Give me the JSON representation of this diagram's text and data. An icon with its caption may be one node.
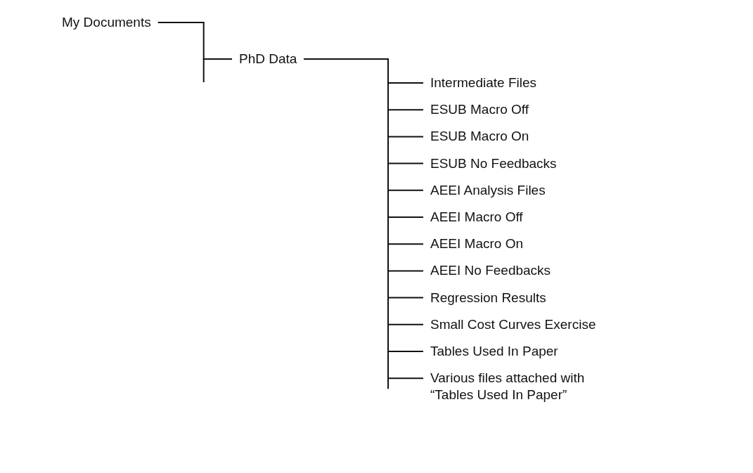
{
  "diagram": {
    "nodes": [
      {
        "text": [
          "My Documents"
        ]
      },
      {
        "text": [
          "PhD Data"
        ]
      },
      {
        "text": [
          "Intermediate Files"
        ]
      },
      {
        "text": [
          "ESUB Macro Off"
        ]
      },
      {
        "text": [
          "ESUB Macro On"
        ]
      },
      {
        "text": [
          "ESUB No Feedbacks"
        ]
      },
      {
        "text": [
          "AEEI Analysis Files"
        ]
      },
      {
        "text": [
          "AEEI Macro Off"
        ]
      },
      {
        "text": [
          "AEEI Macro On"
        ]
      },
      {
        "text": [
          "AEEI No Feedbacks"
        ]
      },
      {
        "text": [
          "Regression Results"
        ]
      },
      {
        "text": [
          "Small Cost Curves Exercise"
        ]
      },
      {
        "text": [
          "Tables Used In Paper"
        ]
      },
      {
        "text": [
          "Various files attached with “Tables Used In Paper”"
        ]
      }
    ],
    "edges": [
      {
        "from": 0,
        "to": 1,
        "arrow": "none"
      },
      {
        "from": 1,
        "to": 2,
        "arrow": "none"
      },
      {
        "from": 1,
        "to": 3,
        "arrow": "none"
      },
      {
        "from": 1,
        "to": 4,
        "arrow": "none"
      },
      {
        "from": 1,
        "to": 5,
        "arrow": "none"
      },
      {
        "from": 1,
        "to": 6,
        "arrow": "none"
      },
      {
        "from": 1,
        "to": 7,
        "arrow": "none"
      },
      {
        "from": 1,
        "to": 8,
        "arrow": "none"
      },
      {
        "from": 1,
        "to": 9,
        "arrow": "none"
      },
      {
        "from": 1,
        "to": 10,
        "arrow": "none"
      },
      {
        "from": 1,
        "to": 11,
        "arrow": "none"
      },
      {
        "from": 1,
        "to": 12,
        "arrow": "none"
      },
      {
        "from": 1,
        "to": 13,
        "arrow": "none"
      }
    ]
  }
}
